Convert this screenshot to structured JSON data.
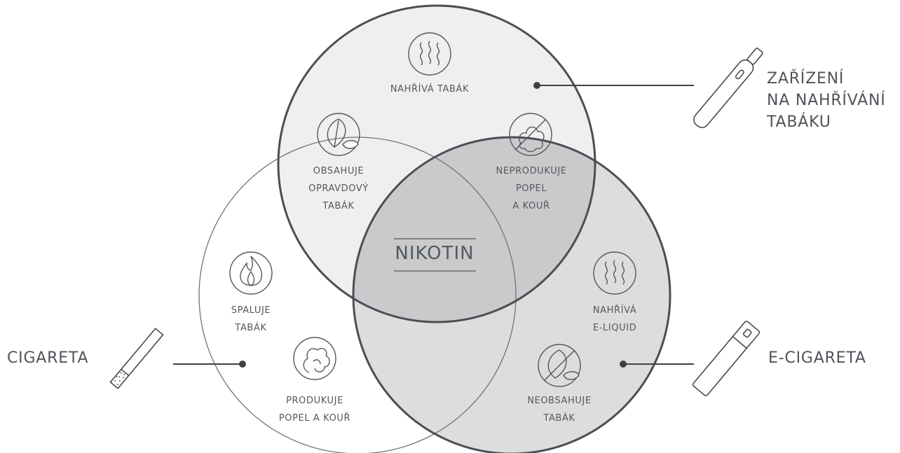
{
  "colors": {
    "circle_stroke_dark": "#4b4e54",
    "circle_stroke_light": "#6f7277",
    "fill_top": "#efefef",
    "fill_right": "#dddddd",
    "fill_overlap": "#c9cacb",
    "line": "#3d4045"
  },
  "devices": {
    "heated": "ZAŘÍZENÍ\nNA NAHŘÍVÁNÍ\nTABÁKU",
    "cigarette": "CIGARETA",
    "ecig": "E-CIGARETA"
  },
  "center": "NIKOTIN",
  "features": {
    "heats_tobacco": "NAHŘÍVÁ TABÁK",
    "real_tobacco": "OBSAHUJE\nOPRAVDOVÝ\nTABÁK",
    "no_ash": "NEPRODUKUJE\nPOPEL\nA KOUŘ",
    "burns_tobacco": "SPALUJE\nTABÁK",
    "ash_smoke": "PRODUKUJE\nPOPEL A KOUŘ",
    "heats_liquid": "NAHŘÍVÁ\nE-LIQUID",
    "no_tobacco": "NEOBSAHUJE\nTABÁK"
  },
  "icons": {
    "steam_top": "steam-icon",
    "leaf": "leaf-icon",
    "no_smoke": "no-smoke-icon",
    "flame": "flame-icon",
    "smoke": "smoke-icon",
    "steam_right": "steam-icon",
    "no_leaf": "no-leaf-icon",
    "heated_device": "heated-tobacco-device-icon",
    "cigarette": "cigarette-icon",
    "ecig": "e-cigarette-icon"
  }
}
